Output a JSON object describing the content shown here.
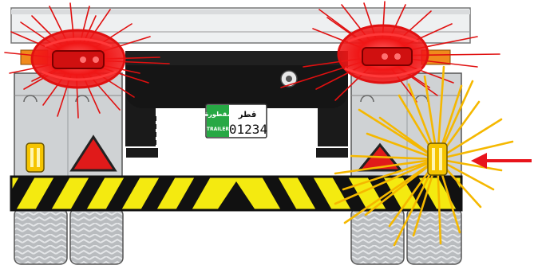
{
  "plate": {
    "badge_top": "مقطورة",
    "badge_bottom": "TRAILER",
    "country": "قطر",
    "number": "01234"
  },
  "colors": {
    "glow_red": "#e01010",
    "glow_yellow": "#f5b800",
    "arrow_red": "#e8141c",
    "stripe_yellow": "#f4ea10",
    "stripe_black": "#111111",
    "plate_green": "#27a844",
    "lamp_orange": "#f08a1c",
    "chassis_black": "#151515"
  }
}
